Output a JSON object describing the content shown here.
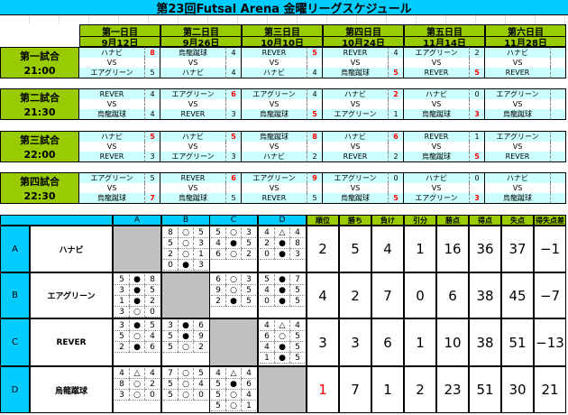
{
  "title": "第23回Futsal Arena 金曜リーグスケジュール",
  "vs": "VS",
  "days": [
    {
      "label": "第一日目",
      "date": "9月12日"
    },
    {
      "label": "第二日目",
      "date": "9月26日"
    },
    {
      "label": "第三日目",
      "date": "10月10日"
    },
    {
      "label": "第四日目",
      "date": "10月24日"
    },
    {
      "label": "第五日目",
      "date": "11月14日"
    },
    {
      "label": "第六日目",
      "date": "11月28日"
    }
  ],
  "games": [
    {
      "label": "第一試合",
      "time": "21:00",
      "matches": [
        {
          "home": "ハナビ",
          "home_score": "8",
          "away": "エアグリーン",
          "away_score": "5"
        },
        {
          "home": "烏龍蹴球",
          "home_score": "4",
          "away": "ハナビ",
          "away_score": "4"
        },
        {
          "home": "REVER",
          "home_score": "5",
          "away": "ハナビ",
          "away_score": "4"
        },
        {
          "home": "REVER",
          "home_score": "4",
          "away": "烏龍蹴球",
          "away_score": "5"
        },
        {
          "home": "エアグリーン",
          "home_score": "2",
          "away": "REVER",
          "away_score": "5"
        },
        {
          "home": "ハナビ",
          "home_score": "",
          "away": "REVER",
          "away_score": ""
        }
      ]
    },
    {
      "label": "第二試合",
      "time": "21:30",
      "matches": [
        {
          "home": "REVER",
          "home_score": "4",
          "away": "烏龍蹴球",
          "away_score": "4"
        },
        {
          "home": "エアグリーン",
          "home_score": "6",
          "away": "REVER",
          "away_score": "3"
        },
        {
          "home": "エアグリーン",
          "home_score": "4",
          "away": "烏龍蹴球",
          "away_score": "5"
        },
        {
          "home": "ハナビ",
          "home_score": "2",
          "away": "エアグリーン",
          "away_score": "1"
        },
        {
          "home": "ハナビ",
          "home_score": "0",
          "away": "烏龍蹴球",
          "away_score": "3"
        },
        {
          "home": "エアグリーン",
          "home_score": "",
          "away": "烏龍蹴球",
          "away_score": ""
        }
      ]
    },
    {
      "label": "第三試合",
      "time": "22:00",
      "matches": [
        {
          "home": "ハナビ",
          "home_score": "5",
          "away": "REVER",
          "away_score": "3"
        },
        {
          "home": "ハナビ",
          "home_score": "5",
          "away": "エアグリーン",
          "away_score": "3"
        },
        {
          "home": "烏龍蹴球",
          "home_score": "8",
          "away": "ハナビ",
          "away_score": "2"
        },
        {
          "home": "ハナビ",
          "home_score": "6",
          "away": "REVER",
          "away_score": "2"
        },
        {
          "home": "REVER",
          "home_score": "1",
          "away": "烏龍蹴球",
          "away_score": "5"
        },
        {
          "home": "エアグリーン",
          "home_score": "",
          "away": "REVER",
          "away_score": ""
        }
      ]
    },
    {
      "label": "第四試合",
      "time": "22:30",
      "matches": [
        {
          "home": "エアグリーン",
          "home_score": "5",
          "away": "烏龍蹴球",
          "away_score": "7"
        },
        {
          "home": "REVER",
          "home_score": "6",
          "away": "烏龍蹴球",
          "away_score": "5"
        },
        {
          "home": "エアグリーン",
          "home_score": "9",
          "away": "REVER",
          "away_score": "5"
        },
        {
          "home": "エアグリーン",
          "home_score": "0",
          "away": "烏龍蹴球",
          "away_score": "5"
        },
        {
          "home": "ハナビ",
          "home_score": "0",
          "away": "エアグリーン",
          "away_score": "3"
        },
        {
          "home": "ハナビ",
          "home_score": "",
          "away": "烏龍蹴球",
          "away_score": ""
        }
      ]
    }
  ],
  "standings": {
    "letters": [
      "A",
      "B",
      "C",
      "D"
    ],
    "stat_headers": [
      "順位",
      "勝ち",
      "負け",
      "引分",
      "勝点",
      "得点",
      "失点",
      "得失点差"
    ],
    "teams": [
      {
        "letter": "A",
        "name": "ハナビ",
        "results": [
          [],
          [
            [
              "8",
              "○",
              "5"
            ],
            [
              "5",
              "○",
              "3"
            ],
            [
              "2",
              "○",
              "1"
            ],
            [
              "0",
              "●",
              "3"
            ]
          ],
          [
            [
              "5",
              "○",
              "3"
            ],
            [
              "4",
              "●",
              "5"
            ],
            [
              "6",
              "○",
              "2"
            ]
          ],
          [
            [
              "4",
              "△",
              "4"
            ],
            [
              "2",
              "●",
              "8"
            ],
            [
              "0",
              "●",
              "3"
            ]
          ]
        ],
        "stats": [
          "2",
          "5",
          "4",
          "1",
          "16",
          "36",
          "37",
          "−1"
        ]
      },
      {
        "letter": "B",
        "name": "エアグリーン",
        "results": [
          [
            [
              "5",
              "●",
              "8"
            ],
            [
              "3",
              "●",
              "5"
            ],
            [
              "1",
              "●",
              "2"
            ],
            [
              "3",
              "○",
              "0"
            ]
          ],
          [],
          [
            [
              "6",
              "○",
              "3"
            ],
            [
              "9",
              "○",
              "5"
            ],
            [
              "2",
              "●",
              "5"
            ]
          ],
          [
            [
              "5",
              "●",
              "7"
            ],
            [
              "4",
              "●",
              "5"
            ],
            [
              "0",
              "●",
              "5"
            ]
          ]
        ],
        "stats": [
          "4",
          "2",
          "7",
          "0",
          "6",
          "38",
          "45",
          "−7"
        ]
      },
      {
        "letter": "C",
        "name": "REVER",
        "results": [
          [
            [
              "3",
              "●",
              "5"
            ],
            [
              "5",
              "○",
              "4"
            ],
            [
              "2",
              "●",
              "6"
            ]
          ],
          [
            [
              "3",
              "●",
              "6"
            ],
            [
              "5",
              "●",
              "9"
            ],
            [
              "5",
              "○",
              "2"
            ]
          ],
          [],
          [
            [
              "4",
              "△",
              "4"
            ],
            [
              "6",
              "○",
              "5"
            ],
            [
              "4",
              "●",
              "5"
            ],
            [
              "1",
              "●",
              "5"
            ]
          ]
        ],
        "stats": [
          "3",
          "3",
          "6",
          "1",
          "10",
          "38",
          "51",
          "−13"
        ]
      },
      {
        "letter": "D",
        "name": "烏龍蹴球",
        "results": [
          [
            [
              "4",
              "△",
              "4"
            ],
            [
              "8",
              "○",
              "2"
            ],
            [
              "3",
              "○",
              "0"
            ]
          ],
          [
            [
              "7",
              "○",
              "5"
            ],
            [
              "5",
              "○",
              "4"
            ],
            [
              "5",
              "○",
              "0"
            ]
          ],
          [
            [
              "4",
              "△",
              "4"
            ],
            [
              "5",
              "●",
              "6"
            ],
            [
              "5",
              "○",
              "4"
            ],
            [
              "5",
              "○",
              "1"
            ]
          ],
          []
        ],
        "stats": [
          "1",
          "7",
          "1",
          "2",
          "23",
          "51",
          "30",
          "21"
        ]
      }
    ]
  },
  "colors": {
    "title": "#00ccff",
    "header": "#99cc00",
    "row": "#ccffff",
    "gray": "#c0c0c0",
    "win": "#ff0000"
  }
}
